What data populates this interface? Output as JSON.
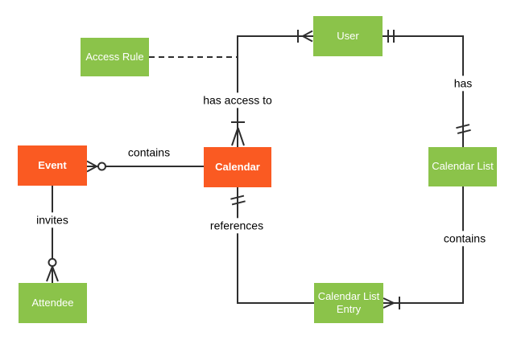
{
  "palette": {
    "entity_green": "#8BC34A",
    "entity_orange": "#FA5A22",
    "entity_text": "#FFFFFF",
    "line_color": "#2E2E2E",
    "label_text": "#000000",
    "background": "#FFFFFF"
  },
  "entities": {
    "event": {
      "label": "Event",
      "color": "#FA5A22"
    },
    "calendar": {
      "label": "Calendar",
      "color": "#FA5A22"
    },
    "user": {
      "label": "User",
      "color": "#8BC34A"
    },
    "access_rule": {
      "label": "Access Rule",
      "color": "#8BC34A"
    },
    "calendar_list": {
      "label": "Calendar List",
      "color": "#8BC34A"
    },
    "calendar_list_entry": {
      "label": "Calendar List Entry",
      "color": "#8BC34A"
    },
    "attendee": {
      "label": "Attendee",
      "color": "#8BC34A"
    }
  },
  "relationships": {
    "event_contains_calendar": {
      "label": "contains",
      "from": "Event",
      "to": "Calendar",
      "from_marker": "zero-or-many",
      "to_marker": "plain",
      "style": "solid"
    },
    "calendar_has_access_to_user": {
      "label": "has access to",
      "from": "Calendar",
      "to": "User",
      "from_marker": "one-or-many",
      "to_marker": "one-or-many",
      "style": "solid"
    },
    "user_has_calendar_list": {
      "label": "has",
      "from": "User",
      "to": "Calendar List",
      "from_marker": "one-and-only-one",
      "to_marker": "one-and-only-one",
      "style": "solid"
    },
    "calendar_list_contains_entry": {
      "label": "contains",
      "from": "Calendar List",
      "to": "Calendar List Entry",
      "from_marker": "plain",
      "to_marker": "one-or-many",
      "style": "solid"
    },
    "calendar_references_entry": {
      "label": "references",
      "from": "Calendar",
      "to": "Calendar List Entry",
      "from_marker": "one-and-only-one",
      "to_marker": "plain",
      "style": "solid"
    },
    "event_invites_attendee": {
      "label": "invites",
      "from": "Event",
      "to": "Attendee",
      "from_marker": "plain",
      "to_marker": "zero-or-many",
      "style": "solid"
    },
    "access_rule_annotation": {
      "label": "",
      "from": "Access Rule",
      "to": "has access to edge",
      "from_marker": "plain",
      "to_marker": "plain",
      "style": "dashed"
    }
  }
}
